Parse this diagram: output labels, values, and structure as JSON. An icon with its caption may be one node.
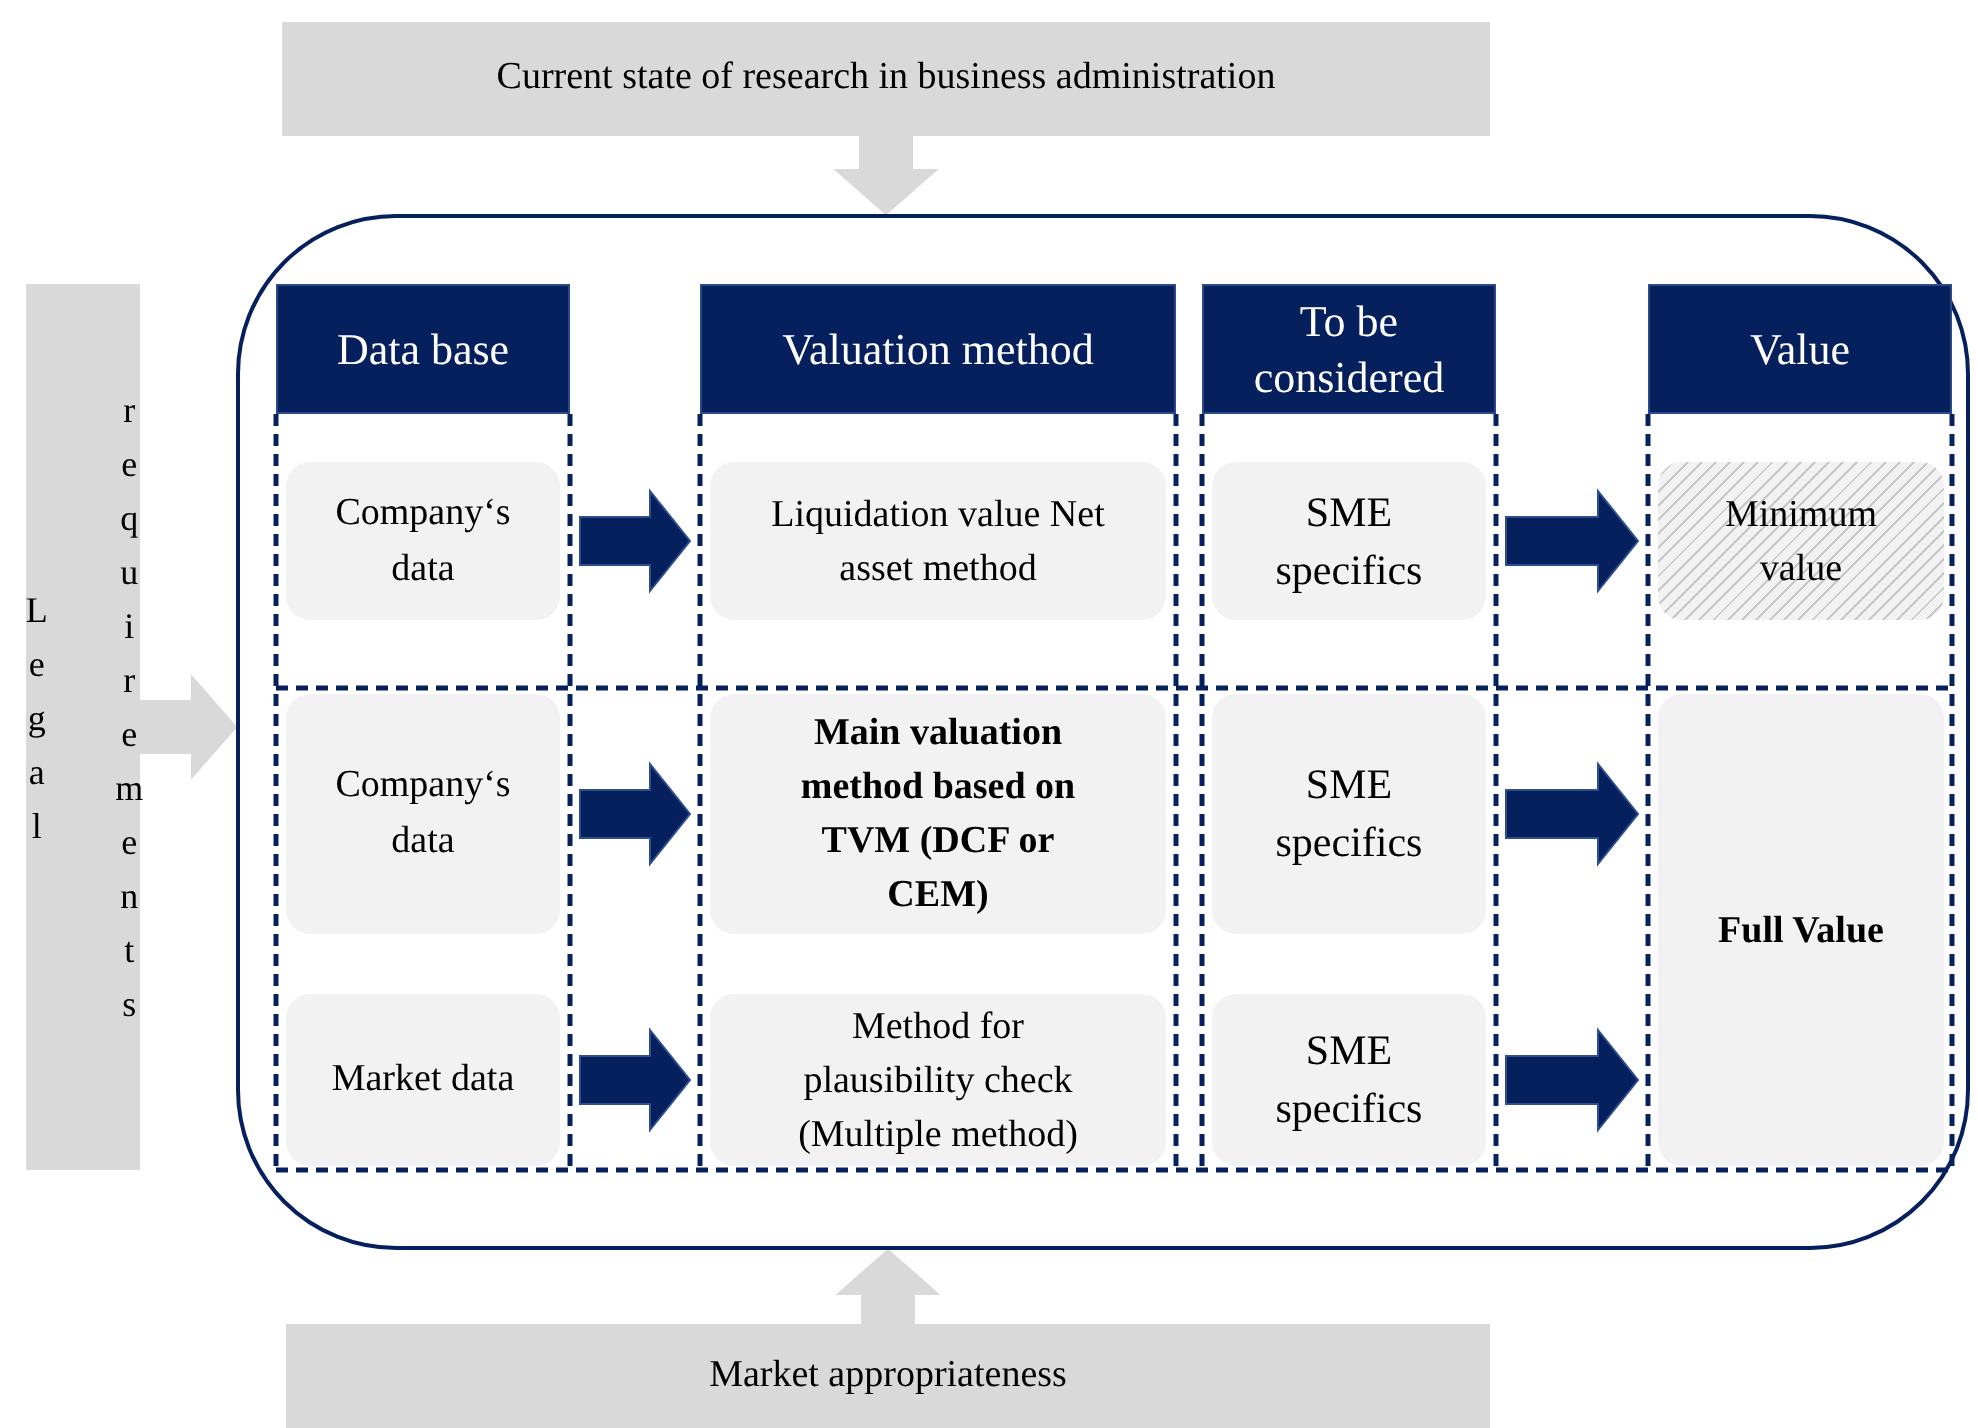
{
  "diagram": {
    "nodes": [
      {
        "text": [
          "Current state of research in business administration"
        ]
      },
      {
        "text": [
          "Legal",
          "requirements"
        ]
      },
      {
        "text": [
          "Market appropriateness"
        ]
      },
      {
        "text": [],
        "shape": "box"
      },
      {
        "text": [
          "Data base"
        ],
        "in": 3
      },
      {
        "text": [
          "Valuation method"
        ],
        "in": 3
      },
      {
        "text": [
          "To be considered"
        ],
        "in": 3
      },
      {
        "text": [
          "Value"
        ],
        "in": 3
      },
      {
        "text": [
          "Company‘s data"
        ],
        "in": 3
      },
      {
        "text": [
          "Liquidation value Net asset method"
        ],
        "in": 3
      },
      {
        "text": [
          "SME specifics"
        ],
        "in": 3
      },
      {
        "text": [
          "Minimum value"
        ],
        "in": 3
      },
      {
        "text": [
          "Company‘s data"
        ],
        "in": 3
      },
      {
        "text": [
          "Main valuation method based on TVM (DCF or CEM)"
        ],
        "in": 3
      },
      {
        "text": [
          "SME specifics"
        ],
        "in": 3
      },
      {
        "text": [
          "Full Value"
        ],
        "in": 3
      },
      {
        "text": [
          "Market data"
        ],
        "in": 3
      },
      {
        "text": [
          "Method for plausibility check (Multiple method)"
        ],
        "in": 3
      },
      {
        "text": [
          "SME specifics"
        ],
        "in": 3
      }
    ],
    "edges": [
      {
        "from": 0,
        "to": 3,
        "arrow": "to",
        "color": "#d9d9d9"
      },
      {
        "from": 1,
        "to": 3,
        "arrow": "to",
        "color": "#d9d9d9"
      },
      {
        "from": 2,
        "to": 3,
        "arrow": "to",
        "color": "#d9d9d9"
      },
      {
        "from": 8,
        "to": 9,
        "arrow": "to"
      },
      {
        "from": 10,
        "to": 11,
        "arrow": "to"
      },
      {
        "from": 12,
        "to": 13,
        "arrow": "to"
      },
      {
        "from": 14,
        "to": 15,
        "arrow": "to"
      },
      {
        "from": 16,
        "to": 17,
        "arrow": "to"
      },
      {
        "from": 18,
        "to": 15,
        "arrow": "to"
      }
    ]
  }
}
